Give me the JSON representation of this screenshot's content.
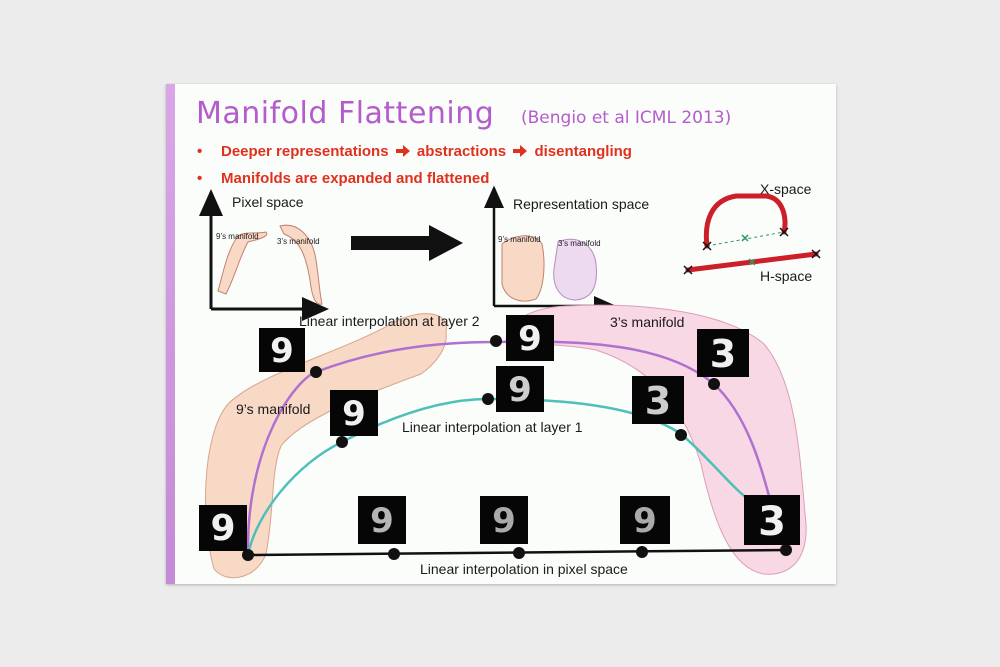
{
  "slide": {
    "title": "Manifold Flattening",
    "subtitle": "(Bengio et al ICML 2013)",
    "bullets": [
      {
        "before": "Deeper representations",
        "middle": "abstractions",
        "after": "disentangling"
      },
      {
        "text": "Manifolds are expanded and flattened"
      }
    ]
  },
  "diagram": {
    "pixel_space": {
      "title": "Pixel space",
      "manifold_9": "9’s manifold",
      "manifold_3": "3’s manifold"
    },
    "representation_space": {
      "title": "Representation space",
      "manifold_9": "9’s manifold",
      "manifold_3": "3’s manifold"
    },
    "xh_inset": {
      "x_label": "X-space",
      "h_label": "H-space"
    },
    "large": {
      "layer2_label": "Linear interpolation at layer 2",
      "layer1_label": "Linear interpolation at layer 1",
      "pixel_label": "Linear interpolation in pixel space",
      "manifold_9_label": "9’s manifold",
      "manifold_3_label": "3’s manifold"
    },
    "digits": {
      "layer2": [
        "9",
        "9",
        "3"
      ],
      "layer1": [
        "9",
        "9",
        "3"
      ],
      "pixel": [
        "9",
        "9",
        "9",
        "9",
        "3"
      ]
    }
  },
  "colors": {
    "title": "#b55ccc",
    "bullet": "#e0311f",
    "manifold_9_fill": "#f7d9c6",
    "manifold_3_fill": "#f8d8e4",
    "layer2_curve": "#b070d0",
    "layer1_curve": "#4fbfba",
    "x_space_curve": "#cc1f2a"
  }
}
